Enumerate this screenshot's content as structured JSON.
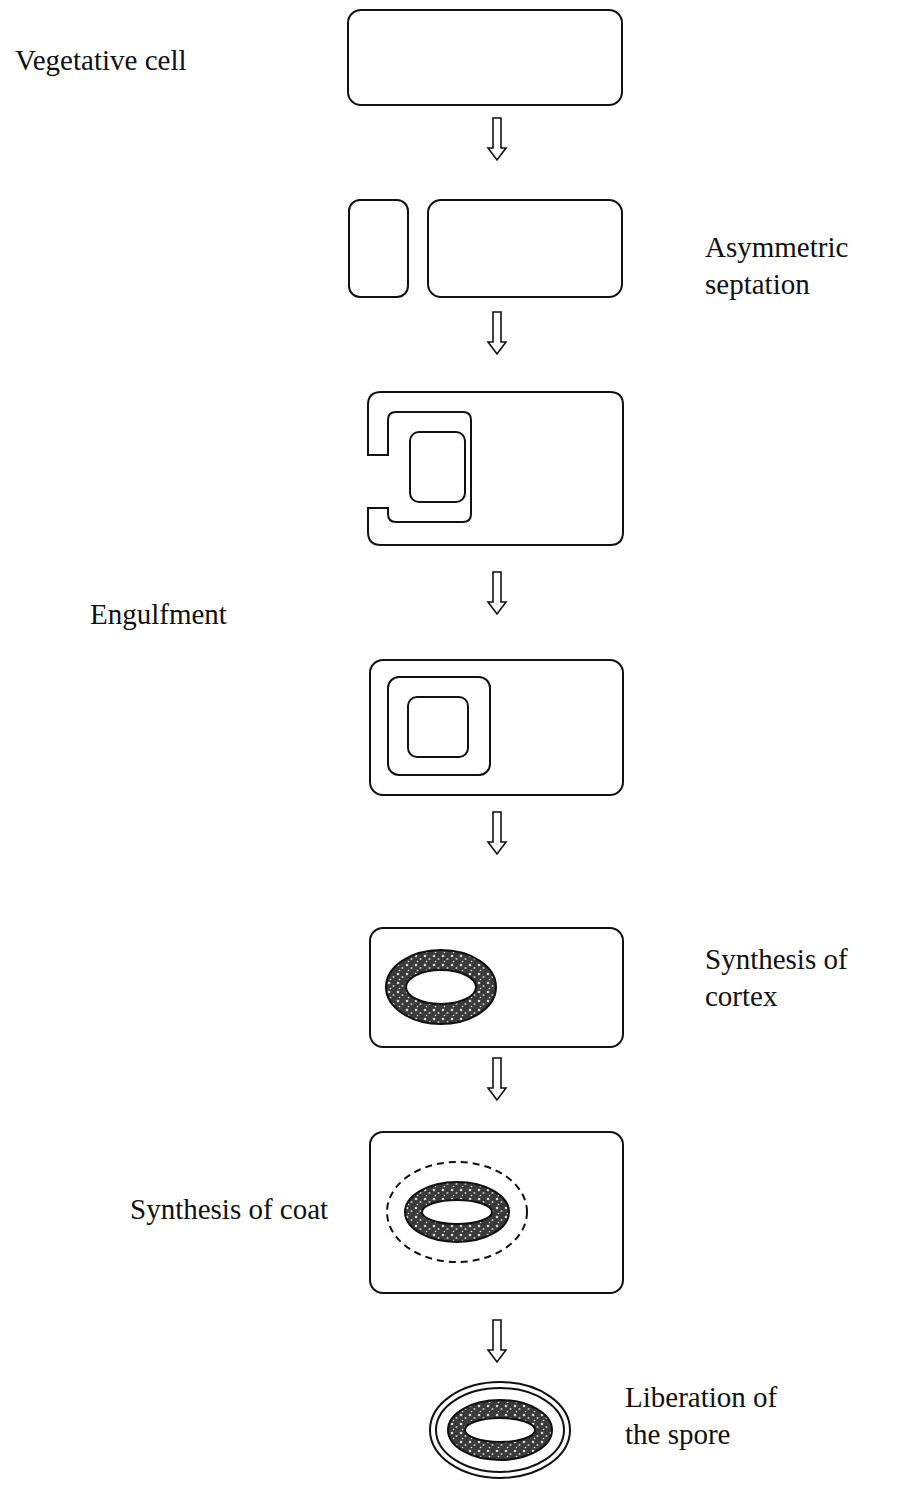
{
  "diagram": {
    "labels": [
      "Vegetative cell",
      "Asymmetric septation",
      "Engulfment",
      "Synthesis of cortex",
      "Synthesis of coat",
      "Liberation of the spore"
    ]
  }
}
